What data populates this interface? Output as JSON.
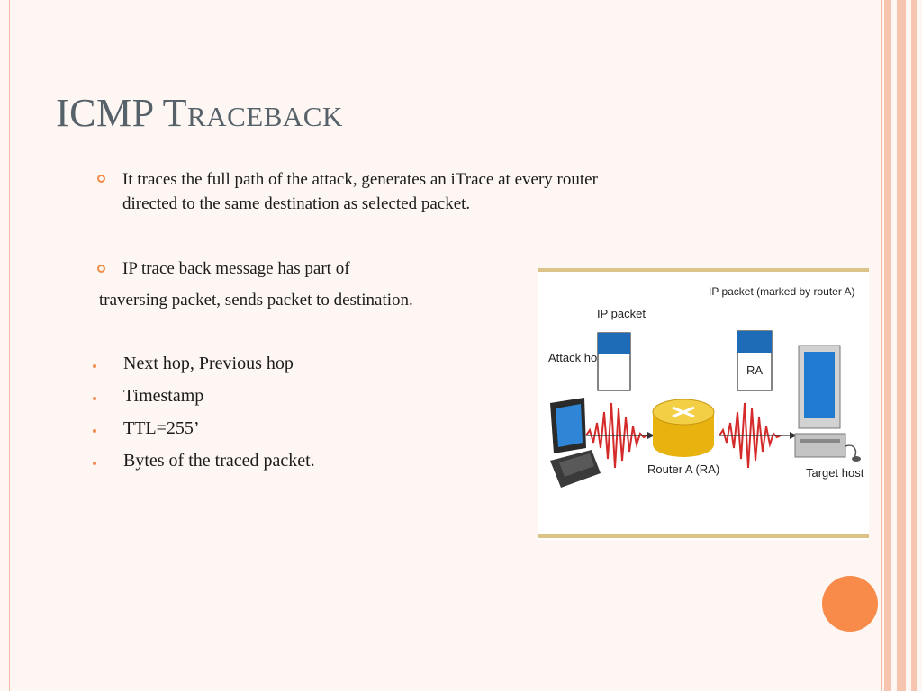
{
  "slide": {
    "title": "ICMP Traceback",
    "bullets": [
      {
        "line1": "It traces the full path of the attack, generates an iTrace at every router",
        "line2": "directed to the same destination as selected packet."
      },
      {
        "line1": "IP trace back message has part of",
        "line2": "traversing packet, sends packet to destination."
      }
    ],
    "sub_items": [
      "Next hop, Previous hop",
      "Timestamp",
      "TTL=255’",
      "Bytes of the traced packet."
    ]
  },
  "figure": {
    "attack_host_label": "Attack host",
    "ip_packet_label": "IP packet",
    "ip_packet_marked_label": "IP packet (marked by router A)",
    "ra_label": "RA",
    "router_label": "Router A (RA)",
    "target_host_label": "Target host"
  },
  "colors": {
    "accent": "#f38b4a",
    "title": "#57616a",
    "packet_header": "#1e6bb8",
    "signal": "#d42a2a",
    "router": "#f0c419",
    "figure_rule": "#dcc488"
  }
}
